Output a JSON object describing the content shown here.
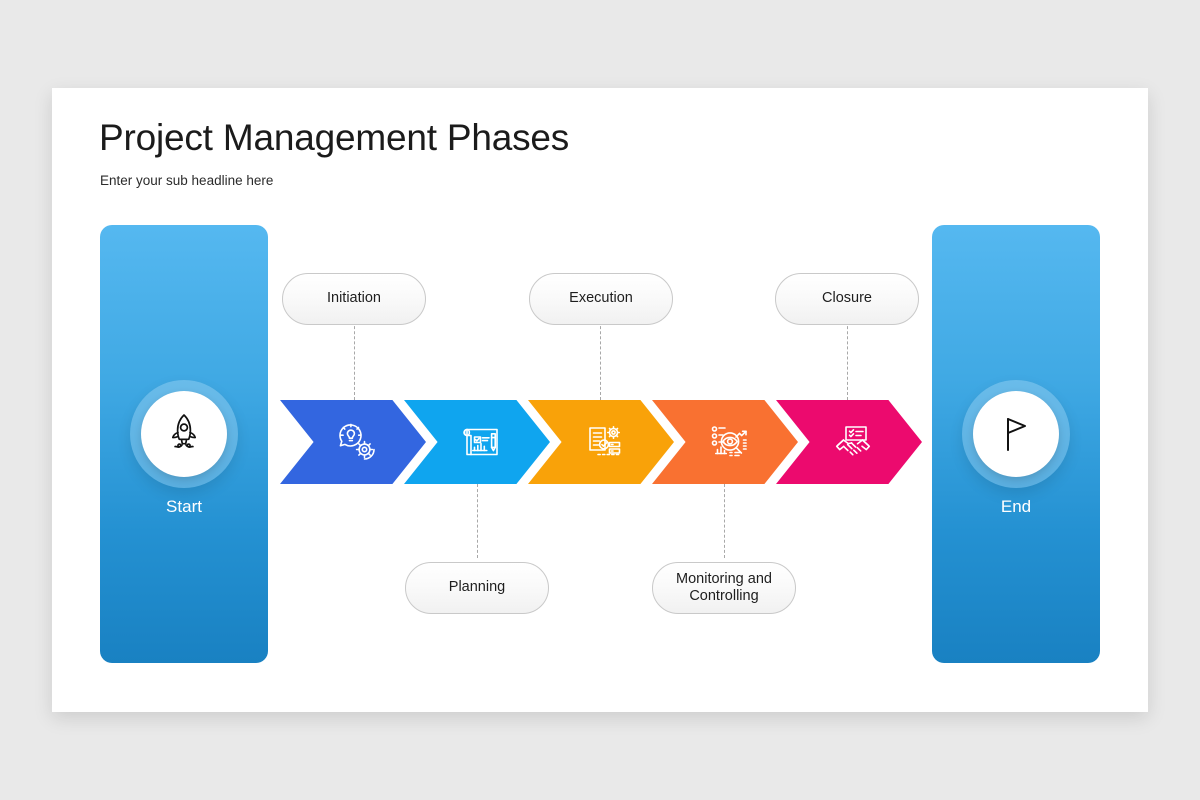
{
  "slide": {
    "title": "Project Management Phases",
    "subtitle": "Enter your sub headline here"
  },
  "colors": {
    "page_background": "#e9e9e9",
    "card_background": "#ffffff",
    "panel_gradient_top": "#55b8f0",
    "panel_gradient_bottom": "#1981c2",
    "pill_border": "#c9c9c9",
    "connector": "#a8a8a8",
    "title_text": "#1b1b1b"
  },
  "side_panels": [
    {
      "id": "start",
      "label": "Start",
      "icon": "rocket-icon",
      "position": "left"
    },
    {
      "id": "end",
      "label": "End",
      "icon": "flag-icon",
      "position": "right"
    }
  ],
  "phases": [
    {
      "index": 1,
      "label": "Initiation",
      "label_position": "above",
      "color": "#3366e0",
      "icon": "idea-bubble-gear-icon"
    },
    {
      "index": 2,
      "label": "Planning",
      "label_position": "below",
      "color": "#0fa5ef",
      "icon": "blueprint-pencil-icon"
    },
    {
      "index": 3,
      "label": "Execution",
      "label_position": "above",
      "color": "#f9a209",
      "icon": "document-gears-icon"
    },
    {
      "index": 4,
      "label": "Monitoring and Controlling",
      "label_position": "below",
      "color": "#f97131",
      "icon": "eye-magnifier-chart-icon"
    },
    {
      "index": 5,
      "label": "Closure",
      "label_position": "above",
      "color": "#ec0a6e",
      "icon": "handshake-checklist-icon"
    }
  ]
}
